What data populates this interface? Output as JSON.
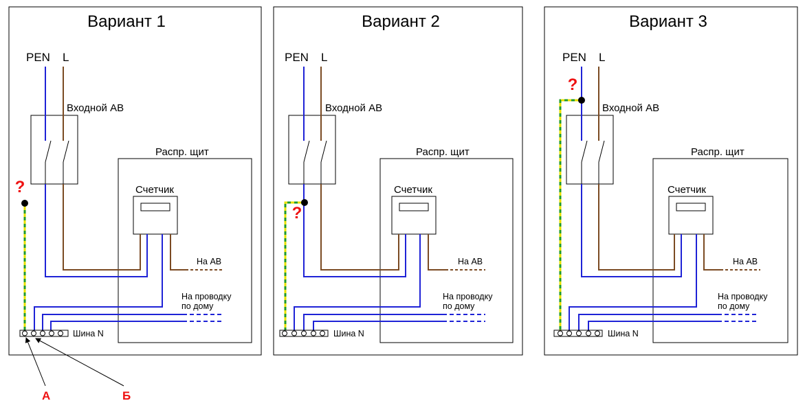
{
  "variants": [
    {
      "title": "Вариант 1",
      "question": "?"
    },
    {
      "title": "Вариант 2",
      "question": "?"
    },
    {
      "title": "Вариант 3",
      "question": "?"
    }
  ],
  "labels": {
    "pen": "PEN",
    "l": "L",
    "input_breaker": "Входной АВ",
    "distribution_board": "Распр. щит",
    "meter": "Счетчик",
    "to_breaker": "На АВ",
    "to_wiring_line1": "На проводку",
    "to_wiring_line2": "по дому",
    "neutral_bus": "Шина N"
  },
  "markers": {
    "a": "А",
    "b": "Б"
  },
  "colors": {
    "neutral": "#1e22d6",
    "phase": "#7a4a22",
    "pe_yellow": "#e8e000",
    "pe_green": "#1f9a2a",
    "question": "#ee1111"
  }
}
